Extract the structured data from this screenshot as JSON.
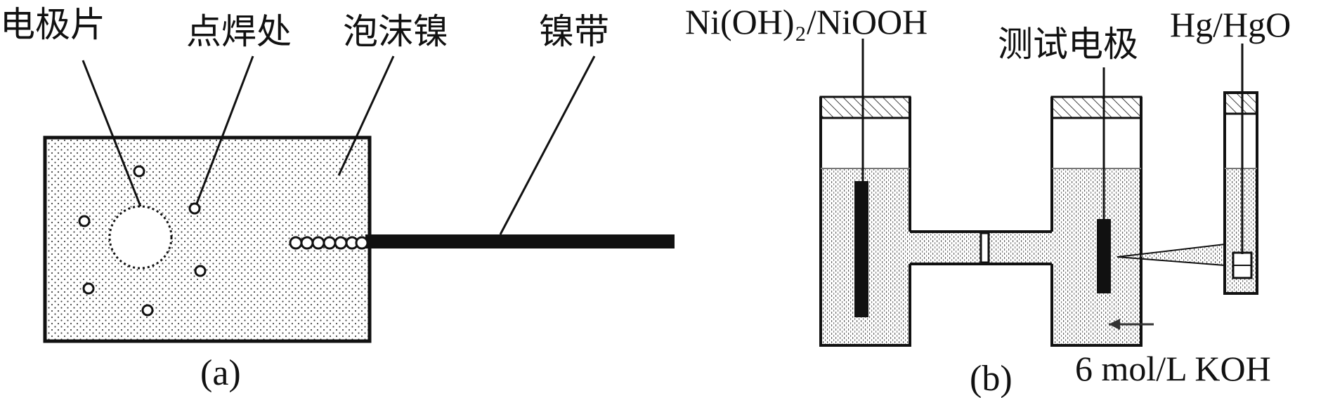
{
  "panel_a": {
    "labels": {
      "electrode": "电极片",
      "weld_point": "点焊处",
      "foam_nickel": "泡沫镍",
      "nickel_strip": "镍带"
    },
    "caption": "(a)"
  },
  "panel_b": {
    "labels": {
      "counter_electrode": "Ni(OH)₂/NiOOH",
      "test_electrode": "测试电极",
      "reference_electrode": "Hg/HgO",
      "electrolyte": "6 mol/L KOH"
    },
    "caption": "(b)"
  },
  "colors": {
    "stroke": "#111111",
    "background": "#ffffff",
    "dots": "#444444"
  }
}
